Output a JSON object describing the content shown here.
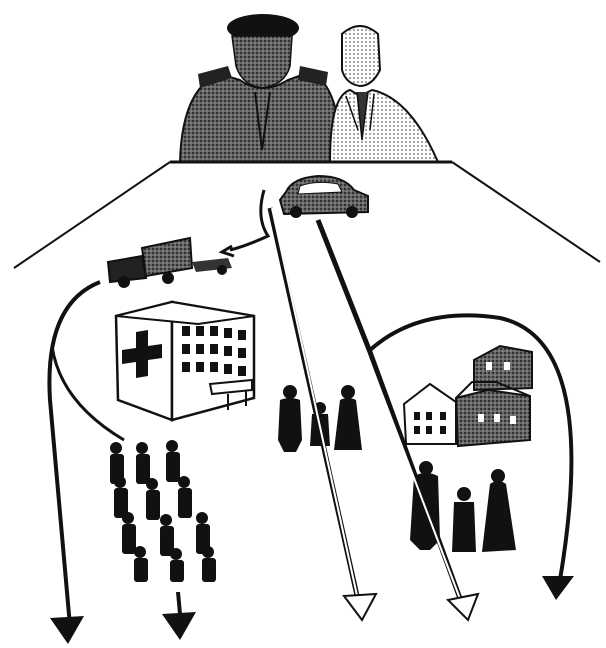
{
  "illustration": {
    "style": "black-and-white halftone clip art",
    "ink": "#111111",
    "paper": "#ffffff",
    "elements": [
      "military-officer-figure",
      "civilian-official-figure",
      "table-surface",
      "car",
      "supply-truck",
      "hospital-building",
      "soldier-squad",
      "civilian-group-center",
      "civilian-group-right",
      "house-cluster",
      "flow-arrows"
    ]
  }
}
